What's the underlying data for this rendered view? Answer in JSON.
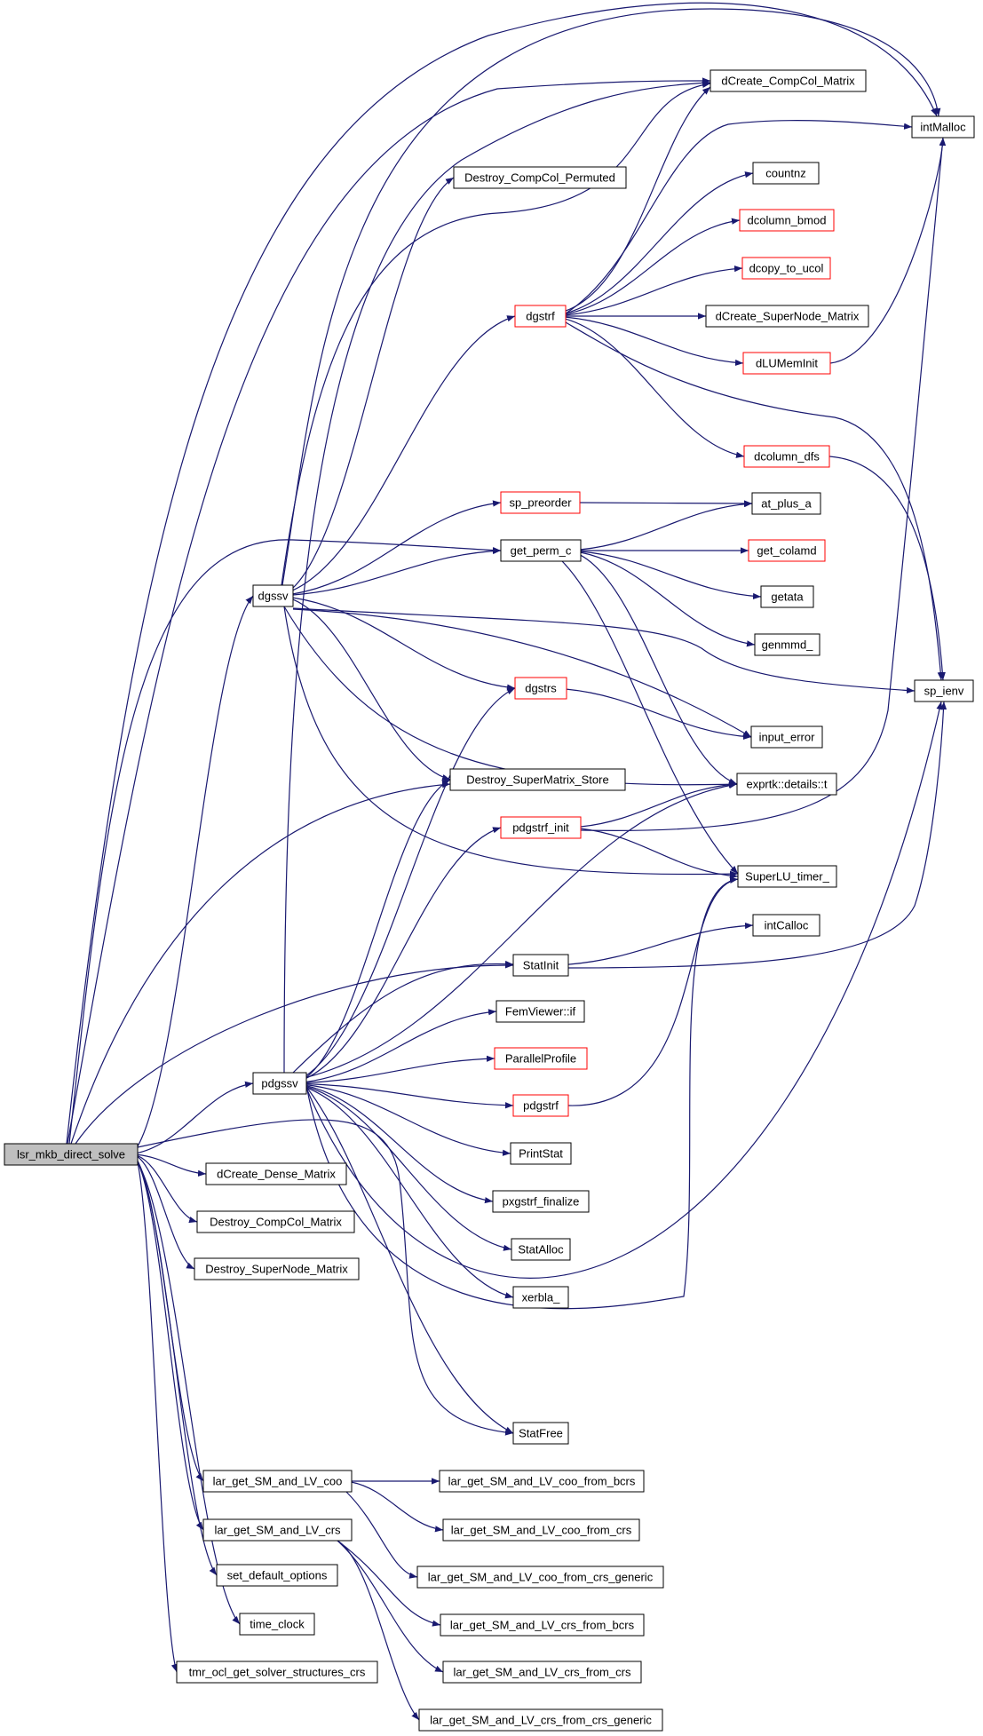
{
  "graph": {
    "nodes": [
      {
        "id": "lsr_mkb_direct_solve",
        "label": "lsr_mkb_direct_solve",
        "truncated": false,
        "root": true
      },
      {
        "id": "dgssv",
        "label": "dgssv",
        "truncated": false
      },
      {
        "id": "pdgssv",
        "label": "pdgssv",
        "truncated": false
      },
      {
        "id": "dCreate_Dense_Matrix",
        "label": "dCreate_Dense_Matrix",
        "truncated": false
      },
      {
        "id": "Destroy_CompCol_Matrix",
        "label": "Destroy_CompCol_Matrix",
        "truncated": false
      },
      {
        "id": "Destroy_SuperNode_Matrix",
        "label": "Destroy_SuperNode_Matrix",
        "truncated": false
      },
      {
        "id": "lar_get_SM_and_LV_coo",
        "label": "lar_get_SM_and_LV_coo",
        "truncated": false
      },
      {
        "id": "lar_get_SM_and_LV_crs",
        "label": "lar_get_SM_and_LV_crs",
        "truncated": false
      },
      {
        "id": "set_default_options",
        "label": "set_default_options",
        "truncated": false
      },
      {
        "id": "time_clock",
        "label": "time_clock",
        "truncated": false
      },
      {
        "id": "tmr_ocl_get_solver_structures_crs",
        "label": "tmr_ocl_get_solver_structures_crs",
        "truncated": false
      },
      {
        "id": "Destroy_CompCol_Permuted",
        "label": "Destroy_CompCol_Permuted",
        "truncated": false
      },
      {
        "id": "dgstrf",
        "label": "dgstrf",
        "truncated": true
      },
      {
        "id": "sp_preorder",
        "label": "sp_preorder",
        "truncated": true
      },
      {
        "id": "get_perm_c",
        "label": "get_perm_c",
        "truncated": false
      },
      {
        "id": "dgstrs",
        "label": "dgstrs",
        "truncated": true
      },
      {
        "id": "Destroy_SuperMatrix_Store",
        "label": "Destroy_SuperMatrix_Store",
        "truncated": false
      },
      {
        "id": "pdgstrf_init",
        "label": "pdgstrf_init",
        "truncated": true
      },
      {
        "id": "StatInit",
        "label": "StatInit",
        "truncated": false
      },
      {
        "id": "FemViewer_if",
        "label": "FemViewer::if",
        "truncated": false
      },
      {
        "id": "ParallelProfile",
        "label": "ParallelProfile",
        "truncated": true
      },
      {
        "id": "pdgstrf",
        "label": "pdgstrf",
        "truncated": true
      },
      {
        "id": "PrintStat",
        "label": "PrintStat",
        "truncated": false
      },
      {
        "id": "pxgstrf_finalize",
        "label": "pxgstrf_finalize",
        "truncated": false
      },
      {
        "id": "StatAlloc",
        "label": "StatAlloc",
        "truncated": false
      },
      {
        "id": "xerbla_",
        "label": "xerbla_",
        "truncated": false
      },
      {
        "id": "StatFree",
        "label": "StatFree",
        "truncated": false
      },
      {
        "id": "dCreate_CompCol_Matrix",
        "label": "dCreate_CompCol_Matrix",
        "truncated": false
      },
      {
        "id": "countnz",
        "label": "countnz",
        "truncated": false
      },
      {
        "id": "dcolumn_bmod",
        "label": "dcolumn_bmod",
        "truncated": true
      },
      {
        "id": "dcopy_to_ucol",
        "label": "dcopy_to_ucol",
        "truncated": true
      },
      {
        "id": "dCreate_SuperNode_Matrix",
        "label": "dCreate_SuperNode_Matrix",
        "truncated": false
      },
      {
        "id": "dLUMemInit",
        "label": "dLUMemInit",
        "truncated": true
      },
      {
        "id": "dcolumn_dfs",
        "label": "dcolumn_dfs",
        "truncated": true
      },
      {
        "id": "at_plus_a",
        "label": "at_plus_a",
        "truncated": false
      },
      {
        "id": "get_colamd",
        "label": "get_colamd",
        "truncated": true
      },
      {
        "id": "getata",
        "label": "getata",
        "truncated": false
      },
      {
        "id": "genmmd_",
        "label": "genmmd_",
        "truncated": false
      },
      {
        "id": "input_error",
        "label": "input_error",
        "truncated": false
      },
      {
        "id": "exprtk_details_t",
        "label": "exprtk::details::t",
        "truncated": false
      },
      {
        "id": "SuperLU_timer_",
        "label": "SuperLU_timer_",
        "truncated": false
      },
      {
        "id": "intCalloc",
        "label": "intCalloc",
        "truncated": false
      },
      {
        "id": "intMalloc",
        "label": "intMalloc",
        "truncated": false
      },
      {
        "id": "sp_ienv",
        "label": "sp_ienv",
        "truncated": false
      },
      {
        "id": "lar_coo_from_bcrs",
        "label": "lar_get_SM_and_LV_coo_from_bcrs",
        "truncated": false
      },
      {
        "id": "lar_coo_from_crs",
        "label": "lar_get_SM_and_LV_coo_from_crs",
        "truncated": false
      },
      {
        "id": "lar_coo_from_crs_generic",
        "label": "lar_get_SM_and_LV_coo_from_crs_generic",
        "truncated": false
      },
      {
        "id": "lar_crs_from_bcrs",
        "label": "lar_get_SM_and_LV_crs_from_bcrs",
        "truncated": false
      },
      {
        "id": "lar_crs_from_crs",
        "label": "lar_get_SM_and_LV_crs_from_crs",
        "truncated": false
      },
      {
        "id": "lar_crs_from_crs_generic",
        "label": "lar_get_SM_and_LV_crs_from_crs_generic",
        "truncated": false
      }
    ],
    "edges": [
      [
        "lsr_mkb_direct_solve",
        "dgssv"
      ],
      [
        "lsr_mkb_direct_solve",
        "pdgssv"
      ],
      [
        "lsr_mkb_direct_solve",
        "dCreate_Dense_Matrix"
      ],
      [
        "lsr_mkb_direct_solve",
        "Destroy_CompCol_Matrix"
      ],
      [
        "lsr_mkb_direct_solve",
        "Destroy_SuperNode_Matrix"
      ],
      [
        "lsr_mkb_direct_solve",
        "lar_get_SM_and_LV_coo"
      ],
      [
        "lsr_mkb_direct_solve",
        "lar_get_SM_and_LV_crs"
      ],
      [
        "lsr_mkb_direct_solve",
        "set_default_options"
      ],
      [
        "lsr_mkb_direct_solve",
        "time_clock"
      ],
      [
        "lsr_mkb_direct_solve",
        "tmr_ocl_get_solver_structures_crs"
      ],
      [
        "lsr_mkb_direct_solve",
        "intMalloc"
      ],
      [
        "lsr_mkb_direct_solve",
        "dCreate_CompCol_Matrix"
      ],
      [
        "lsr_mkb_direct_solve",
        "get_perm_c"
      ],
      [
        "lsr_mkb_direct_solve",
        "Destroy_SuperMatrix_Store"
      ],
      [
        "lsr_mkb_direct_solve",
        "StatInit"
      ],
      [
        "lsr_mkb_direct_solve",
        "StatFree"
      ],
      [
        "dgssv",
        "intMalloc"
      ],
      [
        "dgssv",
        "dCreate_CompCol_Matrix"
      ],
      [
        "dgssv",
        "Destroy_CompCol_Permuted"
      ],
      [
        "dgssv",
        "dgstrf"
      ],
      [
        "dgssv",
        "sp_preorder"
      ],
      [
        "dgssv",
        "get_perm_c"
      ],
      [
        "dgssv",
        "dgstrs"
      ],
      [
        "dgssv",
        "Destroy_SuperMatrix_Store"
      ],
      [
        "dgssv",
        "sp_ienv"
      ],
      [
        "dgssv",
        "input_error"
      ],
      [
        "dgssv",
        "exprtk_details_t"
      ],
      [
        "dgssv",
        "SuperLU_timer_"
      ],
      [
        "pdgssv",
        "dCreate_CompCol_Matrix"
      ],
      [
        "pdgssv",
        "dgstrs"
      ],
      [
        "pdgssv",
        "Destroy_SuperMatrix_Store"
      ],
      [
        "pdgssv",
        "pdgstrf_init"
      ],
      [
        "pdgssv",
        "exprtk_details_t"
      ],
      [
        "pdgssv",
        "StatInit"
      ],
      [
        "pdgssv",
        "FemViewer_if"
      ],
      [
        "pdgssv",
        "ParallelProfile"
      ],
      [
        "pdgssv",
        "pdgstrf"
      ],
      [
        "pdgssv",
        "PrintStat"
      ],
      [
        "pdgssv",
        "pxgstrf_finalize"
      ],
      [
        "pdgssv",
        "StatAlloc"
      ],
      [
        "pdgssv",
        "xerbla_"
      ],
      [
        "pdgssv",
        "StatFree"
      ],
      [
        "pdgssv",
        "SuperLU_timer_"
      ],
      [
        "pdgssv",
        "sp_ienv"
      ],
      [
        "dgstrf",
        "dCreate_CompCol_Matrix"
      ],
      [
        "dgstrf",
        "intMalloc"
      ],
      [
        "dgstrf",
        "countnz"
      ],
      [
        "dgstrf",
        "dcolumn_bmod"
      ],
      [
        "dgstrf",
        "dcopy_to_ucol"
      ],
      [
        "dgstrf",
        "dCreate_SuperNode_Matrix"
      ],
      [
        "dgstrf",
        "dLUMemInit"
      ],
      [
        "dgstrf",
        "dcolumn_dfs"
      ],
      [
        "dgstrf",
        "sp_ienv"
      ],
      [
        "dLUMemInit",
        "intMalloc"
      ],
      [
        "dcolumn_dfs",
        "sp_ienv"
      ],
      [
        "sp_preorder",
        "at_plus_a"
      ],
      [
        "get_perm_c",
        "at_plus_a"
      ],
      [
        "get_perm_c",
        "get_colamd"
      ],
      [
        "get_perm_c",
        "getata"
      ],
      [
        "get_perm_c",
        "genmmd_"
      ],
      [
        "get_perm_c",
        "exprtk_details_t"
      ],
      [
        "get_perm_c",
        "SuperLU_timer_"
      ],
      [
        "dgstrs",
        "input_error"
      ],
      [
        "pdgstrf_init",
        "exprtk_details_t"
      ],
      [
        "pdgstrf_init",
        "SuperLU_timer_"
      ],
      [
        "pdgstrf_init",
        "intMalloc"
      ],
      [
        "StatInit",
        "intCalloc"
      ],
      [
        "StatInit",
        "sp_ienv"
      ],
      [
        "pdgstrf",
        "SuperLU_timer_"
      ],
      [
        "lar_get_SM_and_LV_coo",
        "lar_coo_from_bcrs"
      ],
      [
        "lar_get_SM_and_LV_coo",
        "lar_coo_from_crs"
      ],
      [
        "lar_get_SM_and_LV_coo",
        "lar_coo_from_crs_generic"
      ],
      [
        "lar_get_SM_and_LV_crs",
        "lar_crs_from_bcrs"
      ],
      [
        "lar_get_SM_and_LV_crs",
        "lar_crs_from_crs"
      ],
      [
        "lar_get_SM_and_LV_crs",
        "lar_crs_from_crs_generic"
      ]
    ]
  }
}
